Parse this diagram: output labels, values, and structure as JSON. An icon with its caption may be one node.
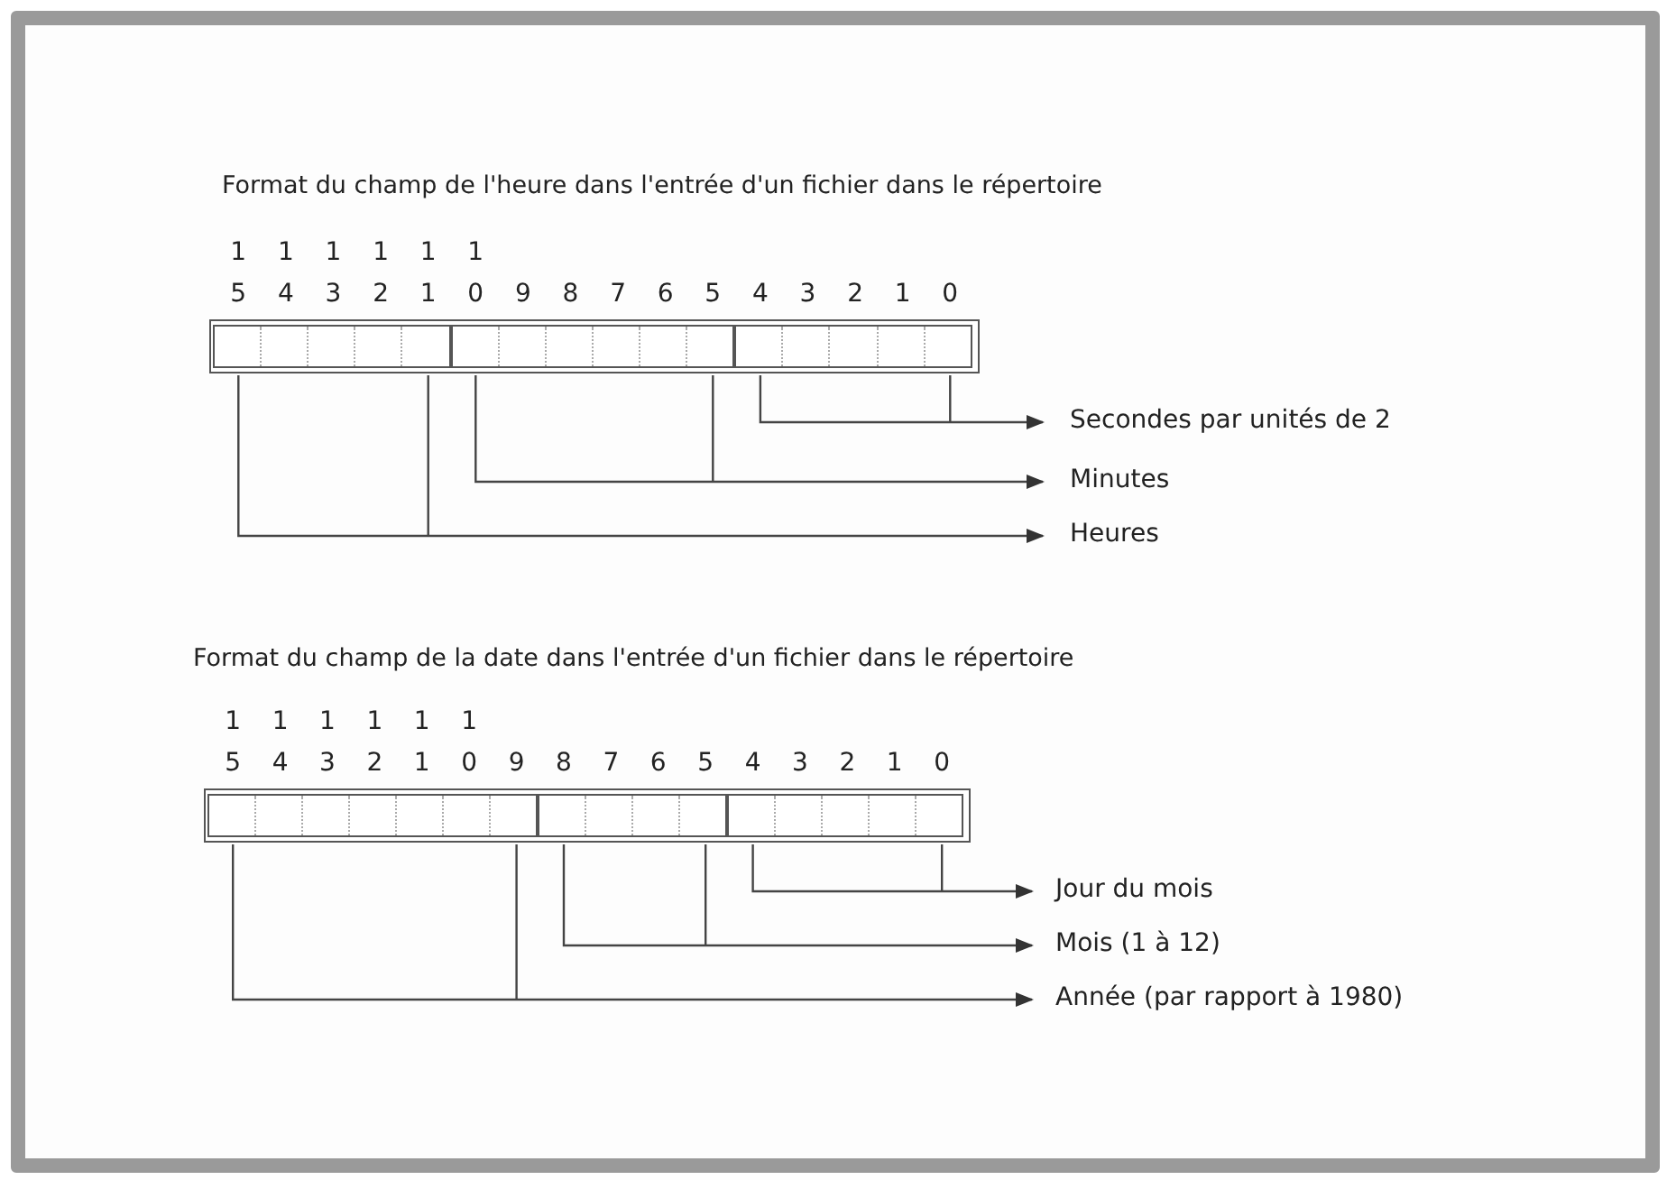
{
  "diagram": {
    "nodes": [
      {
        "text": [],
        "shape": "box"
      },
      {
        "text": [],
        "shape": "box"
      },
      {
        "text": [],
        "shape": "box"
      },
      {
        "text": [
          "Secondes par unités de 2"
        ]
      },
      {
        "text": [
          "Minutes"
        ]
      },
      {
        "text": [
          "Heures"
        ]
      },
      {
        "text": [],
        "shape": "box"
      },
      {
        "text": [],
        "shape": "box"
      },
      {
        "text": [],
        "shape": "box"
      },
      {
        "text": [
          "Jour du mois"
        ]
      },
      {
        "text": [
          "Mois (1 à 12)"
        ]
      },
      {
        "text": [
          "Année (par rapport à 1980)"
        ]
      }
    ],
    "edges": [
      {
        "from": 2,
        "to": 3,
        "arrow": "to"
      },
      {
        "from": 1,
        "to": 4,
        "arrow": "to"
      },
      {
        "from": 0,
        "to": 5,
        "arrow": "to"
      },
      {
        "from": 8,
        "to": 9,
        "arrow": "to"
      },
      {
        "from": 7,
        "to": 10,
        "arrow": "to"
      },
      {
        "from": 6,
        "to": 11,
        "arrow": "to"
      }
    ],
    "labels": [
      "Format du champ de l'heure dans l'entrée d'un fichier dans le répertoire",
      "1",
      "1",
      "1",
      "1",
      "1",
      "1",
      "5",
      "4",
      "3",
      "2",
      "1",
      "0",
      "9",
      "8",
      "7",
      "6",
      "5",
      "4",
      "3",
      "2",
      "1",
      "0",
      "Format du champ de la date dans l'entrée d'un fichier dans le répertoire",
      "1",
      "1",
      "1",
      "1",
      "1",
      "1",
      "5",
      "4",
      "3",
      "2",
      "1",
      "0",
      "9",
      "8",
      "7",
      "6",
      "5",
      "4",
      "3",
      "2",
      "1",
      "0"
    ]
  }
}
